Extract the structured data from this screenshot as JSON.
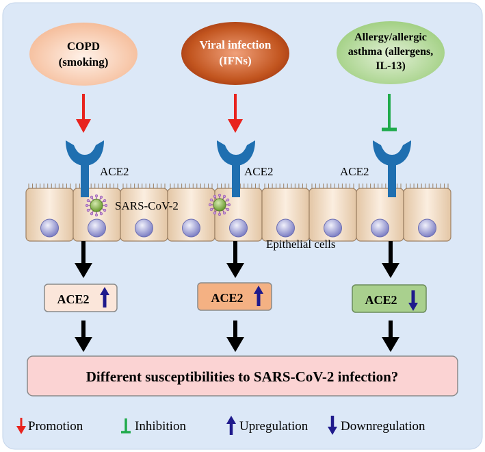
{
  "sources": [
    {
      "lines": [
        "COPD",
        "(smoking)"
      ],
      "effect": "promotion",
      "fill": "#f6c4a6",
      "text_color": "#000000"
    },
    {
      "lines": [
        "Viral infection",
        "(IFNs)"
      ],
      "effect": "promotion",
      "fill": "#b5451b",
      "text_color": "#ffffff"
    },
    {
      "lines": [
        "Allergy/allergic",
        "asthma (allergens,",
        "IL-13)"
      ],
      "effect": "inhibition",
      "fill": "#a7d08c",
      "text_color": "#000000"
    }
  ],
  "receptor_label": "ACE2",
  "virus_label": "SARS-CoV-2",
  "cells_label": "Epithelial cells",
  "outcomes": [
    {
      "label": "ACE2",
      "direction": "up",
      "fill": "#fbe6da"
    },
    {
      "label": "ACE2",
      "direction": "up",
      "fill": "#f4b183"
    },
    {
      "label": "ACE2",
      "direction": "down",
      "fill": "#a9d08e"
    }
  ],
  "conclusion": "Different susceptibilities to SARS-CoV-2 infection?",
  "legend": [
    {
      "symbol": "promotion",
      "label": "Promotion"
    },
    {
      "symbol": "inhibition",
      "label": "Inhibition"
    },
    {
      "symbol": "up",
      "label": "Upregulation"
    },
    {
      "symbol": "down",
      "label": "Downregulation"
    }
  ],
  "colors": {
    "panel": "#dce8f7",
    "promotion": "#e8231e",
    "inhibition": "#1faa4b",
    "regulation": "#1f1a8c",
    "receptor": "#1f6fb0",
    "cell": "#ecd6bd",
    "nucleus": "#9a9bd3",
    "virus": "#7aa23f",
    "conclusion_fill": "#fbd3d3"
  }
}
